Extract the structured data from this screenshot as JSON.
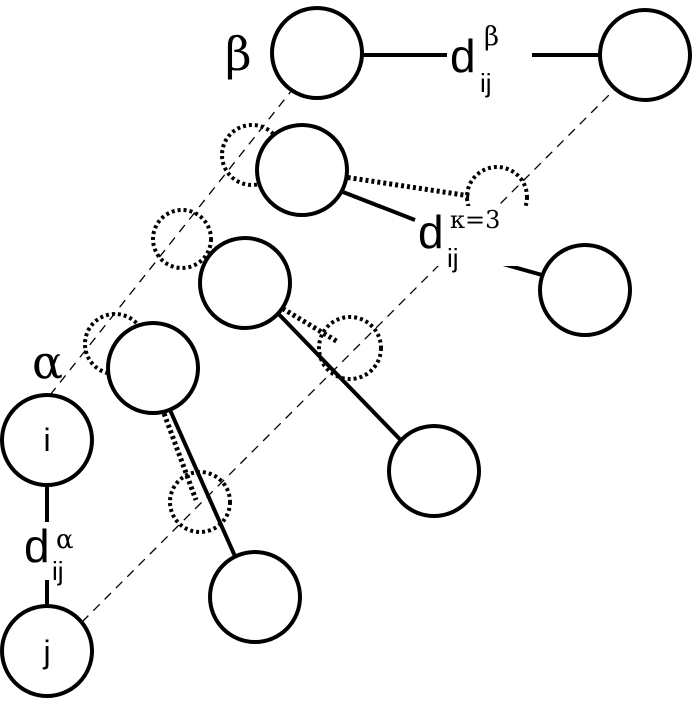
{
  "diagram": {
    "state_alpha": "α",
    "state_beta": "β",
    "node_i": "i",
    "node_j": "j",
    "dist_alpha": {
      "base": "d",
      "sub": "ij",
      "sup": "α"
    },
    "dist_beta": {
      "base": "d",
      "sub": "ij",
      "sup": "β"
    },
    "dist_kappa": {
      "base": "d",
      "sub": "ij",
      "sup": "κ=3"
    }
  }
}
